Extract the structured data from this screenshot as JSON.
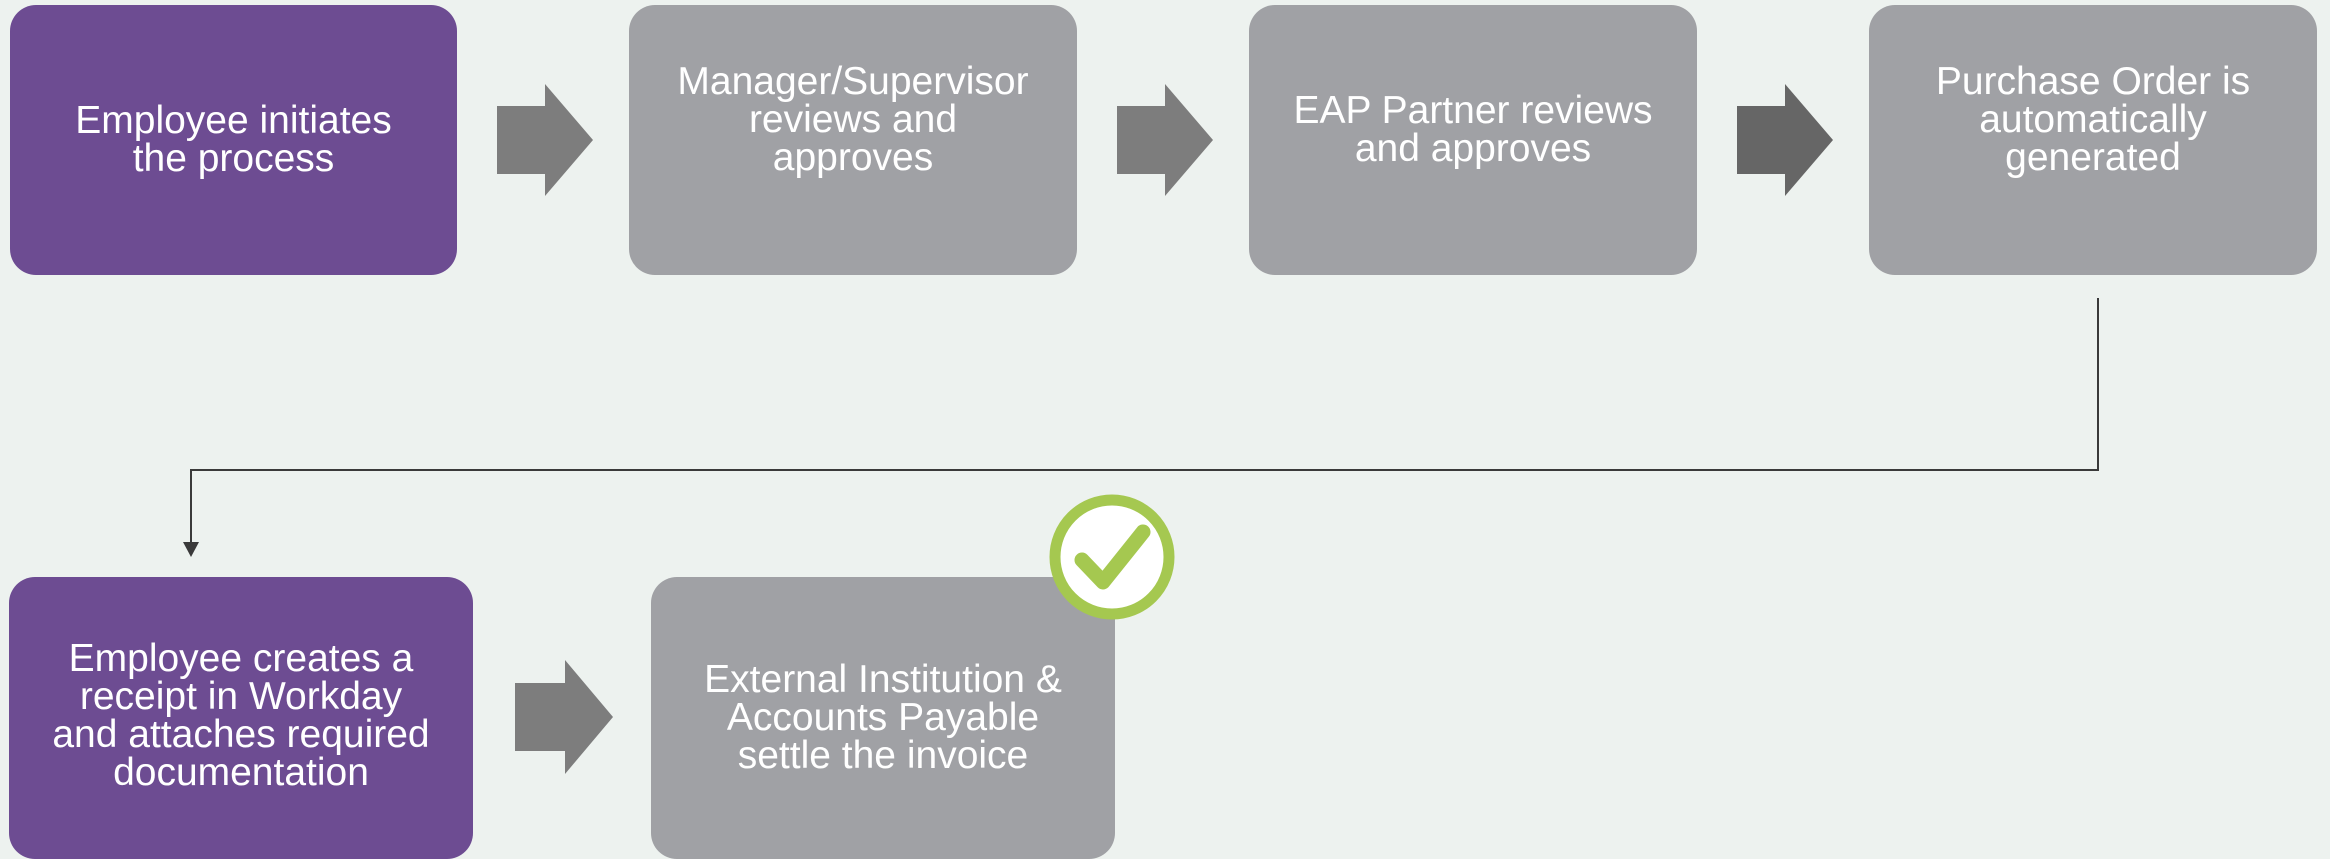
{
  "diagram": {
    "steps": [
      {
        "id": "s1",
        "label": "Employee initiates\nthe process",
        "color": "#6d4c92"
      },
      {
        "id": "s2",
        "label": "Manager/Supervisor\nreviews and\napproves",
        "color": "#a0a1a5"
      },
      {
        "id": "s3",
        "label": "EAP Partner reviews\nand approves",
        "color": "#a0a1a5"
      },
      {
        "id": "s4",
        "label": "Purchase Order is\nautomatically\ngenerated",
        "color": "#a0a1a5"
      },
      {
        "id": "s5",
        "label": "Employee creates a\nreceipt in Workday\nand attaches required\ndocumentation",
        "color": "#6d4c92"
      },
      {
        "id": "s6",
        "label": "External Institution &\nAccounts Payable\nsettle the invoice",
        "color": "#a0a1a5"
      }
    ],
    "arrows": [
      {
        "from": "s1",
        "to": "s2",
        "color": "#7d7d7d"
      },
      {
        "from": "s2",
        "to": "s3",
        "color": "#7d7d7d"
      },
      {
        "from": "s3",
        "to": "s4",
        "color": "#666666"
      },
      {
        "from": "s5",
        "to": "s6",
        "color": "#7d7d7d"
      }
    ],
    "connector": {
      "from": "s4",
      "to": "s5",
      "color": "#3a3a3a"
    },
    "completion_badge": {
      "icon": "checkmark-icon",
      "ring_color": "#a5c850",
      "fill_color": "#ffffff"
    }
  }
}
